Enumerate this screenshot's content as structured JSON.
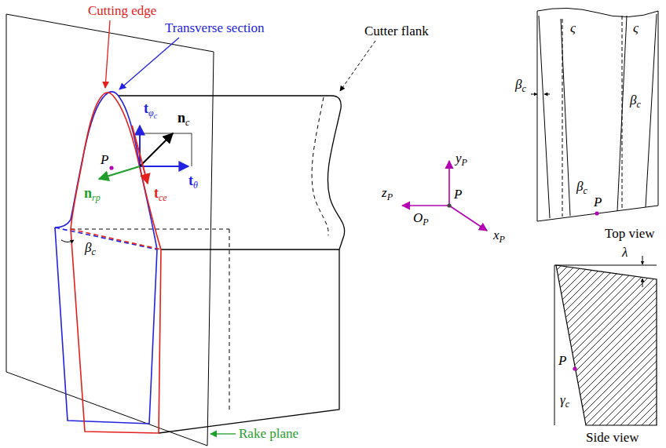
{
  "diagram": {
    "labels": [
      "Cutting edge",
      "Transverse section",
      "Cutter flank",
      "tφc",
      "nc",
      "P",
      "tθ",
      "nrp",
      "tce",
      "βc",
      "Rake plane",
      "yP",
      "zP",
      "OP",
      "P",
      "xP",
      "ς",
      "ς",
      "βc",
      "βc",
      "βc",
      "P",
      "Top view",
      "λ",
      "P",
      "γc",
      "Side view"
    ]
  }
}
